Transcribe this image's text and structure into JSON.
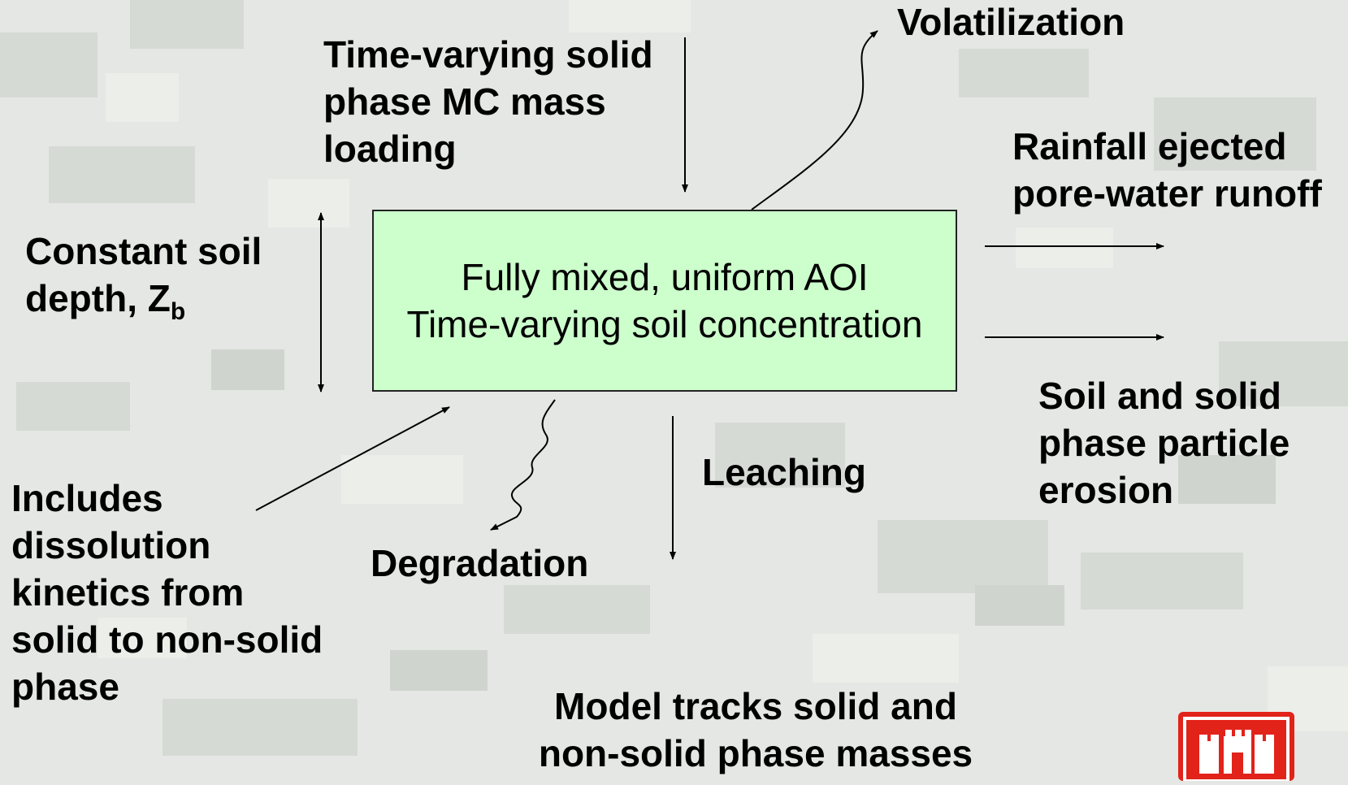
{
  "box": {
    "line1": "Fully mixed, uniform AOI",
    "line2": "Time-varying soil concentration"
  },
  "labels": {
    "loading": [
      "Time-varying solid",
      "phase MC mass",
      "loading"
    ],
    "volatilization": "Volatilization",
    "runoff": [
      "Rainfall ejected",
      "pore-water runoff"
    ],
    "erosion": [
      "Soil and solid",
      "phase particle",
      "erosion"
    ],
    "depth_text": "Constant soil",
    "depth_line2": "depth, Z",
    "depth_sub": "b",
    "dissolution": [
      "Includes",
      "dissolution",
      "kinetics from",
      "solid to non-solid",
      "phase"
    ],
    "degradation": "Degradation",
    "leaching": "Leaching",
    "tracks": [
      "Model tracks solid and",
      "non-solid phase masses"
    ]
  },
  "colors": {
    "box_fill": "#ccffcc",
    "logo_red": "#e2231a"
  },
  "icons": {
    "logo": "castle-logo-icon"
  }
}
